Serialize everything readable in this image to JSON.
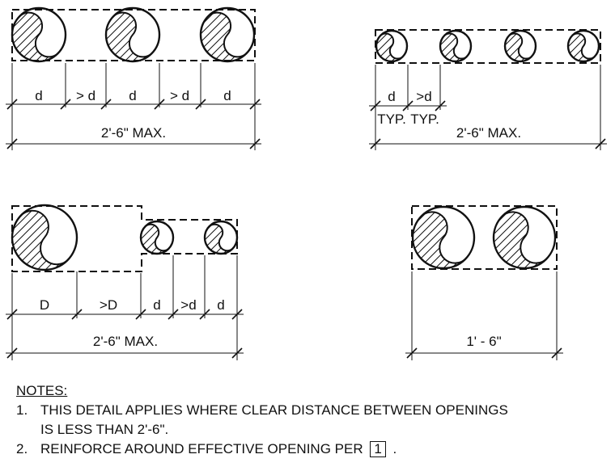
{
  "details": {
    "a": {
      "labels": [
        "d",
        "> d",
        "d",
        "> d",
        "d"
      ],
      "overall": "2'-6\" MAX."
    },
    "b": {
      "labels": [
        "d",
        ">d"
      ],
      "typ": [
        "TYP.",
        "TYP."
      ],
      "overall": "2'-6\" MAX."
    },
    "c": {
      "labels": [
        "D",
        ">D",
        "d",
        ">d",
        "d"
      ],
      "overall": "2'-6\" MAX."
    },
    "d": {
      "overall": "1' - 6\""
    }
  },
  "notes": {
    "title": "NOTES:",
    "items": [
      {
        "num": "1.",
        "lines": [
          "THIS DETAIL APPLIES WHERE CLEAR DISTANCE BETWEEN OPENINGS",
          "IS LESS THAN 2'-6\"."
        ]
      },
      {
        "num": "2.",
        "before": "REINFORCE AROUND EFFECTIVE OPENING PER",
        "ref": "1",
        "after": "."
      }
    ]
  }
}
